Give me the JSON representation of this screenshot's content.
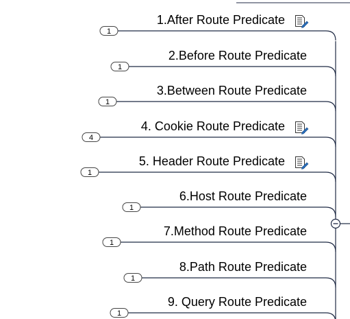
{
  "topics": [
    {
      "label": "1.After Route Predicate",
      "count": "1",
      "has_note": true
    },
    {
      "label": "2.Before Route Predicate",
      "count": "1",
      "has_note": false
    },
    {
      "label": "3.Between Route Predicate",
      "count": "1",
      "has_note": false
    },
    {
      "label": "4. Cookie Route Predicate",
      "count": "4",
      "has_note": true
    },
    {
      "label": "5. Header Route Predicate",
      "count": "1",
      "has_note": true
    },
    {
      "label": "6.Host Route Predicate",
      "count": "1",
      "has_note": false
    },
    {
      "label": "7.Method Route Predicate",
      "count": "1",
      "has_note": false
    },
    {
      "label": "8.Path Route Predicate",
      "count": "1",
      "has_note": false
    },
    {
      "label": "9. Query Route Predicate",
      "count": "1",
      "has_note": false
    }
  ],
  "collapse_symbol": "−",
  "colors": {
    "line": "#1f2a44",
    "badge_border": "#444444"
  },
  "icons": {
    "note": "note-icon",
    "collapse": "collapse-toggle-icon"
  }
}
